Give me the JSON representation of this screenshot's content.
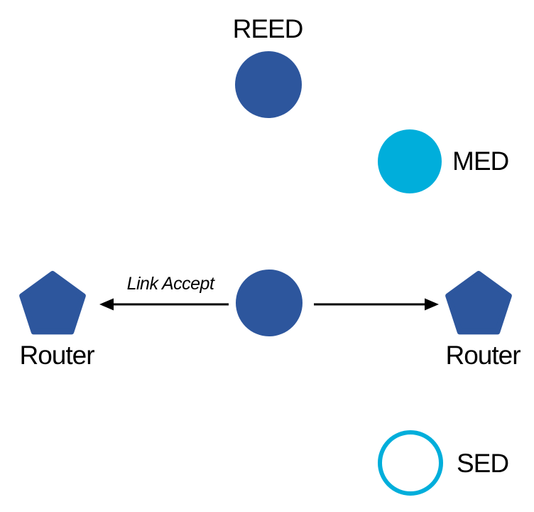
{
  "diagram": {
    "type": "network-topology",
    "colors": {
      "node_blue": "#2d569d",
      "node_cyan": "#00aedb",
      "arrow_black": "#000000",
      "background": "#ffffff"
    },
    "nodes": {
      "reed": {
        "label": "REED",
        "shape": "circle",
        "style": "filled-blue"
      },
      "med": {
        "label": "MED",
        "shape": "circle",
        "style": "filled-cyan"
      },
      "parent_router": {
        "label": "",
        "shape": "circle",
        "style": "filled-blue"
      },
      "router_left": {
        "label": "Router",
        "shape": "pentagon",
        "style": "filled-blue"
      },
      "router_right": {
        "label": "Router",
        "shape": "pentagon",
        "style": "filled-blue"
      },
      "sed": {
        "label": "SED",
        "shape": "circle",
        "style": "outlined-cyan"
      }
    },
    "edges": {
      "to_left_router": {
        "from": "parent_router",
        "to": "router_left",
        "label": "Link Accept",
        "arrow": "left"
      },
      "to_right_router": {
        "from": "parent_router",
        "to": "router_right",
        "label": "",
        "arrow": "right"
      }
    }
  }
}
